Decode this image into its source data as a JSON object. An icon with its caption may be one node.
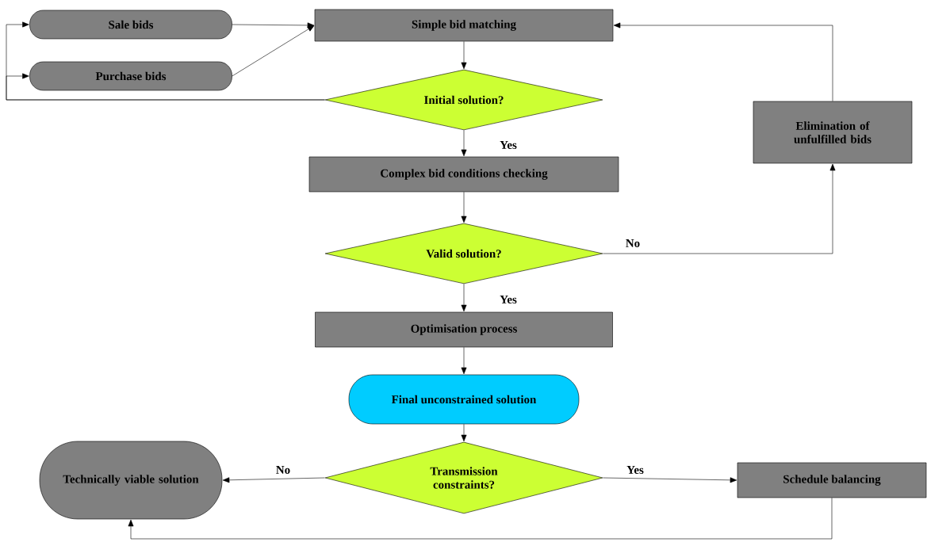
{
  "diagram": {
    "nodes": [
      {
        "text": [
          "Sale bids"
        ]
      },
      {
        "text": [
          "Purchase bids"
        ]
      },
      {
        "text": [
          "Simple bid matching"
        ]
      },
      {
        "text": [
          "Initial solution?"
        ]
      },
      {
        "text": [
          "Complex bid conditions checking"
        ]
      },
      {
        "text": [
          "Valid solution?"
        ]
      },
      {
        "text": [
          "Elimination of unfulfilled bids"
        ]
      },
      {
        "text": [
          "Optimisation process"
        ]
      },
      {
        "text": [
          "Final unconstrained solution"
        ]
      },
      {
        "text": [
          "Transmission constraints?"
        ]
      },
      {
        "text": [
          "Technically viable solution"
        ]
      },
      {
        "text": [
          "Schedule balancing"
        ]
      }
    ],
    "edges": [
      {
        "from": 3,
        "to": 0,
        "arrow": "to"
      },
      {
        "from": 3,
        "to": 1,
        "arrow": "to"
      },
      {
        "from": 0,
        "to": 2,
        "arrow": "to"
      },
      {
        "from": 1,
        "to": 2,
        "arrow": "to"
      },
      {
        "from": 2,
        "to": 3,
        "arrow": "to"
      },
      {
        "from": 3,
        "to": 4,
        "arrow": "to",
        "label": "Yes"
      },
      {
        "from": 4,
        "to": 5,
        "arrow": "to"
      },
      {
        "from": 5,
        "to": 6,
        "arrow": "to",
        "label": "No"
      },
      {
        "from": 6,
        "to": 2,
        "arrow": "to"
      },
      {
        "from": 5,
        "to": 7,
        "arrow": "to",
        "label": "Yes"
      },
      {
        "from": 7,
        "to": 8,
        "arrow": "to"
      },
      {
        "from": 8,
        "to": 9,
        "arrow": "to"
      },
      {
        "from": 9,
        "to": 10,
        "arrow": "to",
        "label": "No"
      },
      {
        "from": 9,
        "to": 11,
        "arrow": "to",
        "label": "Yes"
      },
      {
        "from": 11,
        "to": 10,
        "arrow": "to"
      }
    ]
  }
}
